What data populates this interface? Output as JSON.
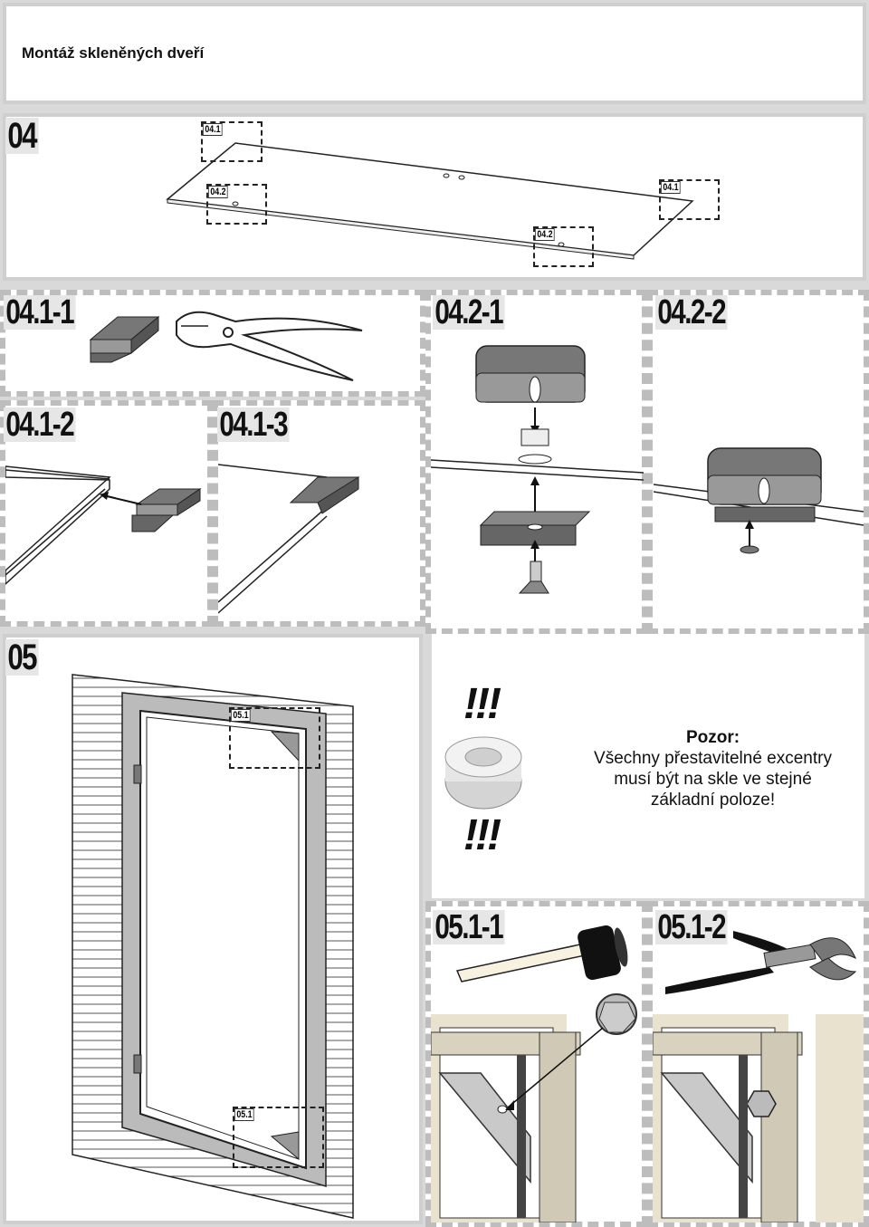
{
  "header": {
    "title": "Montáž skleněných dveří"
  },
  "steps": {
    "s04": "04",
    "s04_1_1": "04.1-1",
    "s04_1_2": "04.1-2",
    "s04_1_3": "04.1-3",
    "s04_2_1": "04.2-1",
    "s04_2_2": "04.2-2",
    "s05": "05",
    "s05_1_1": "05.1-1",
    "s05_1_2": "05.1-2"
  },
  "callouts": {
    "c04_1": "04.1",
    "c04_2": "04.2",
    "c05_1": "05.1"
  },
  "warning": {
    "marks": "!!!",
    "title": "Pozor:",
    "line1": "Všechny přestavitelné excentry",
    "line2": "musí být na skle ve stejné",
    "line3": "základní poloze!"
  }
}
